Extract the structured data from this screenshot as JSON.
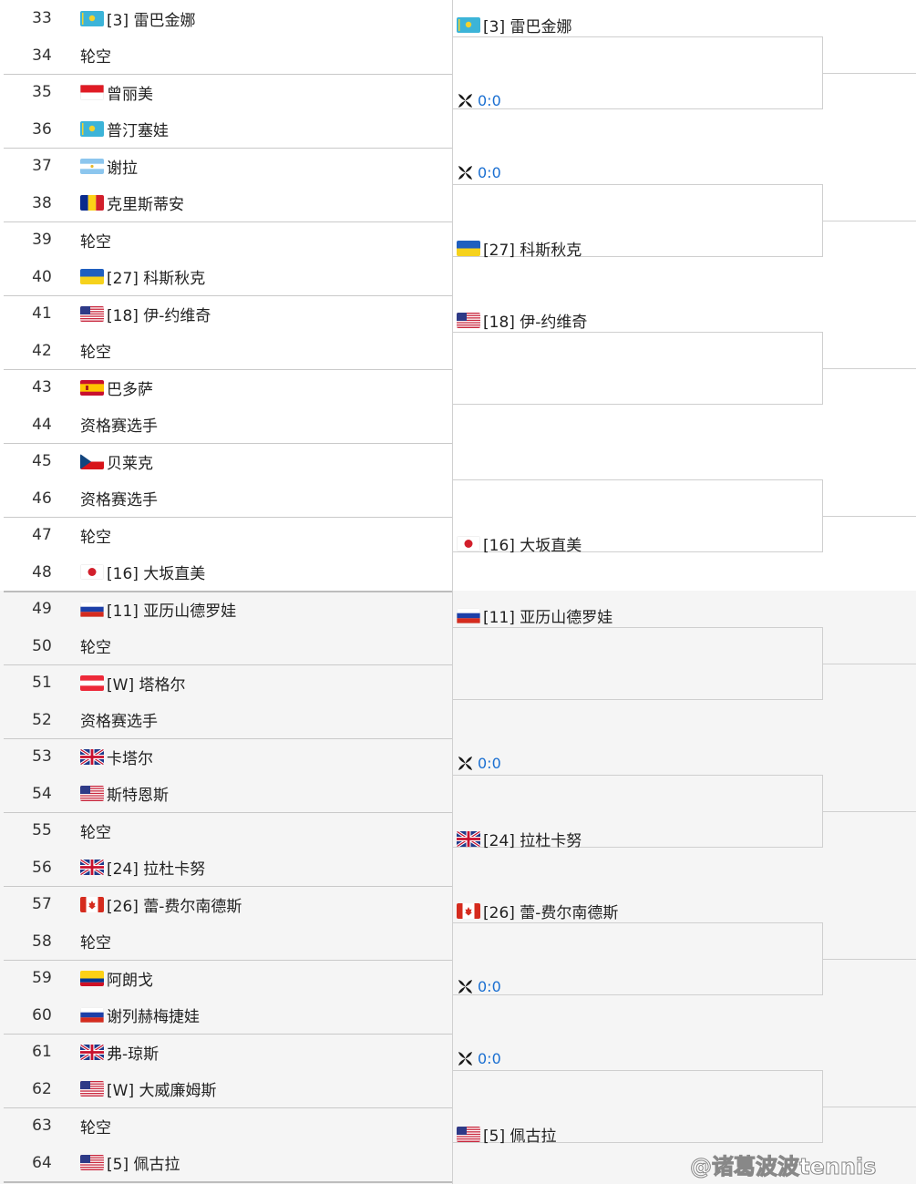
{
  "round1": [
    {
      "num": "33",
      "flag": "kaz",
      "name": "[3] 雷巴金娜"
    },
    {
      "num": "34",
      "flag": "",
      "name": "轮空"
    },
    {
      "num": "35",
      "flag": "idn",
      "name": "曾丽美"
    },
    {
      "num": "36",
      "flag": "kaz",
      "name": "普汀塞娃"
    },
    {
      "num": "37",
      "flag": "arg",
      "name": "谢拉"
    },
    {
      "num": "38",
      "flag": "rou",
      "name": "克里斯蒂安"
    },
    {
      "num": "39",
      "flag": "",
      "name": "轮空"
    },
    {
      "num": "40",
      "flag": "ukr",
      "name": "[27] 科斯秋克"
    },
    {
      "num": "41",
      "flag": "usa",
      "name": "[18] 伊-约维奇"
    },
    {
      "num": "42",
      "flag": "",
      "name": "轮空"
    },
    {
      "num": "43",
      "flag": "esp",
      "name": "巴多萨"
    },
    {
      "num": "44",
      "flag": "",
      "name": "资格赛选手"
    },
    {
      "num": "45",
      "flag": "cze",
      "name": "贝莱克"
    },
    {
      "num": "46",
      "flag": "",
      "name": "资格赛选手"
    },
    {
      "num": "47",
      "flag": "",
      "name": "轮空"
    },
    {
      "num": "48",
      "flag": "jpn",
      "name": "[16] 大坂直美"
    },
    {
      "num": "49",
      "flag": "rus",
      "name": "[11] 亚历山德罗娃"
    },
    {
      "num": "50",
      "flag": "",
      "name": "轮空"
    },
    {
      "num": "51",
      "flag": "aut",
      "name": "[W] 塔格尔"
    },
    {
      "num": "52",
      "flag": "",
      "name": "资格赛选手"
    },
    {
      "num": "53",
      "flag": "gbr",
      "name": "卡塔尔"
    },
    {
      "num": "54",
      "flag": "usa",
      "name": "斯特恩斯"
    },
    {
      "num": "55",
      "flag": "",
      "name": "轮空"
    },
    {
      "num": "56",
      "flag": "gbr",
      "name": "[24] 拉杜卡努"
    },
    {
      "num": "57",
      "flag": "can",
      "name": "[26] 蕾-费尔南德斯"
    },
    {
      "num": "58",
      "flag": "",
      "name": "轮空"
    },
    {
      "num": "59",
      "flag": "col",
      "name": "阿朗戈"
    },
    {
      "num": "60",
      "flag": "rus",
      "name": "谢列赫梅捷娃"
    },
    {
      "num": "61",
      "flag": "gbr",
      "name": "弗-琼斯"
    },
    {
      "num": "62",
      "flag": "usa",
      "name": "[W] 大威廉姆斯"
    },
    {
      "num": "63",
      "flag": "",
      "name": "轮空"
    },
    {
      "num": "64",
      "flag": "usa",
      "name": "[5] 佩古拉"
    }
  ],
  "round2": [
    {
      "flag": "kaz",
      "name": "[3] 雷巴金娜",
      "score": ""
    },
    {
      "flag": "",
      "name": "",
      "score": "0:0"
    },
    {
      "flag": "",
      "name": "",
      "score": "0:0"
    },
    {
      "flag": "ukr",
      "name": "[27] 科斯秋克",
      "score": ""
    },
    {
      "flag": "usa",
      "name": "[18] 伊-约维奇",
      "score": ""
    },
    {
      "flag": "",
      "name": "",
      "score": ""
    },
    {
      "flag": "",
      "name": "",
      "score": ""
    },
    {
      "flag": "jpn",
      "name": "[16] 大坂直美",
      "score": ""
    },
    {
      "flag": "rus",
      "name": "[11] 亚历山德罗娃",
      "score": ""
    },
    {
      "flag": "",
      "name": "",
      "score": ""
    },
    {
      "flag": "",
      "name": "",
      "score": "0:0"
    },
    {
      "flag": "gbr",
      "name": "[24] 拉杜卡努",
      "score": ""
    },
    {
      "flag": "can",
      "name": "[26] 蕾-费尔南德斯",
      "score": ""
    },
    {
      "flag": "",
      "name": "",
      "score": "0:0"
    },
    {
      "flag": "",
      "name": "",
      "score": "0:0"
    },
    {
      "flag": "usa",
      "name": "[5] 佩古拉",
      "score": ""
    }
  ],
  "watermark": "@诸葛波波tennis",
  "colors": {
    "score": "#1a6fd1",
    "border": "#cfcfcf",
    "shade": "#f5f5f5"
  }
}
